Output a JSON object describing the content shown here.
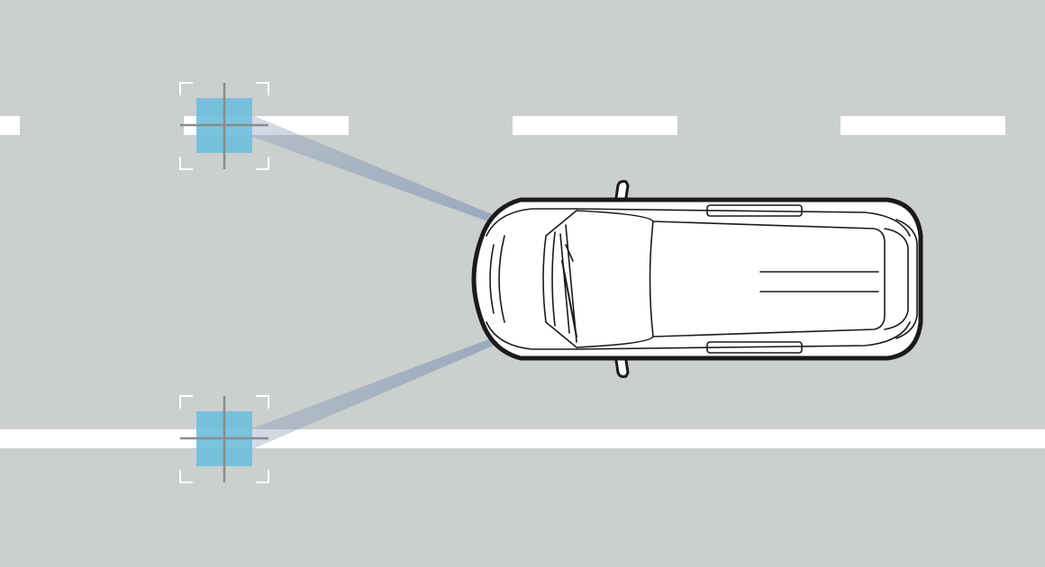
{
  "scene": {
    "road_color": "#cbcfce",
    "marking_color": "#ffffff",
    "vehicle": {
      "body_color": "#ffffff",
      "outline_color": "#1c1a19",
      "orientation": "facing-left"
    },
    "camera": {
      "beam_color": "#8499b7"
    },
    "targets": [
      {
        "id": "upper",
        "lane_marking": "dashed-center-line",
        "fill_color": "#6fbfe0"
      },
      {
        "id": "lower",
        "lane_marking": "solid-edge-line",
        "fill_color": "#6fbfe0"
      }
    ],
    "icons": [
      "car-icon",
      "camera-beam-icon",
      "target-reticle-icon"
    ]
  }
}
